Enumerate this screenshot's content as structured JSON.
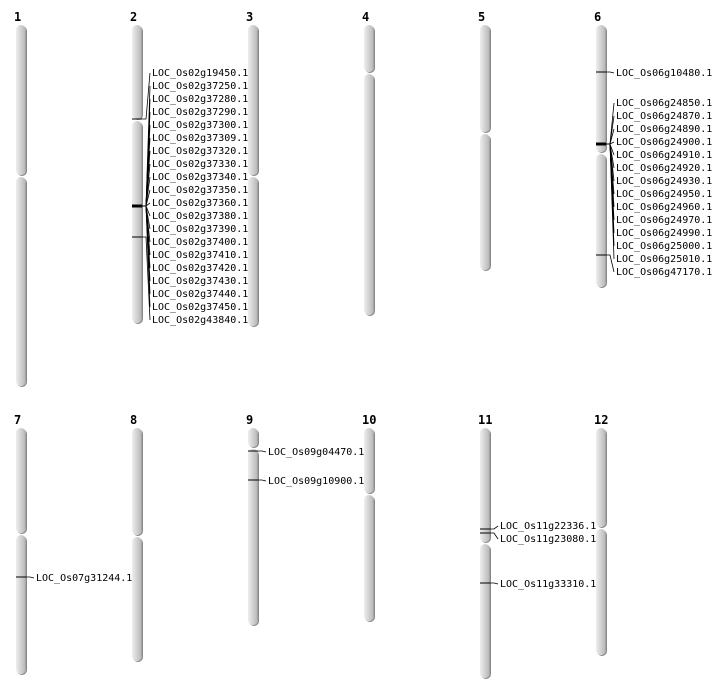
{
  "chromosomes": [
    {
      "name": "1",
      "genes": []
    },
    {
      "name": "2",
      "genes": [
        "LOC_Os02g19450.1",
        "LOC_Os02g37250.1",
        "LOC_Os02g37280.1",
        "LOC_Os02g37290.1",
        "LOC_Os02g37300.1",
        "LOC_Os02g37309.1",
        "LOC_Os02g37320.1",
        "LOC_Os02g37330.1",
        "LOC_Os02g37340.1",
        "LOC_Os02g37350.1",
        "LOC_Os02g37360.1",
        "LOC_Os02g37380.1",
        "LOC_Os02g37390.1",
        "LOC_Os02g37400.1",
        "LOC_Os02g37410.1",
        "LOC_Os02g37420.1",
        "LOC_Os02g37430.1",
        "LOC_Os02g37440.1",
        "LOC_Os02g37450.1",
        "LOC_Os02g43840.1"
      ]
    },
    {
      "name": "3",
      "genes": []
    },
    {
      "name": "4",
      "genes": []
    },
    {
      "name": "5",
      "genes": []
    },
    {
      "name": "6",
      "genes": [
        "LOC_Os06g10480.1",
        "LOC_Os06g24850.1",
        "LOC_Os06g24870.1",
        "LOC_Os06g24890.1",
        "LOC_Os06g24900.1",
        "LOC_Os06g24910.1",
        "LOC_Os06g24920.1",
        "LOC_Os06g24930.1",
        "LOC_Os06g24950.1",
        "LOC_Os06g24960.1",
        "LOC_Os06g24970.1",
        "LOC_Os06g24990.1",
        "LOC_Os06g25000.1",
        "LOC_Os06g25010.1",
        "LOC_Os06g47170.1"
      ]
    },
    {
      "name": "7",
      "genes": [
        "LOC_Os07g31244.1"
      ]
    },
    {
      "name": "8",
      "genes": []
    },
    {
      "name": "9",
      "genes": [
        "LOC_Os09g04470.1",
        "LOC_Os09g10900.1"
      ]
    },
    {
      "name": "10",
      "genes": []
    },
    {
      "name": "11",
      "genes": [
        "LOC_Os11g22336.1",
        "LOC_Os11g23080.1",
        "LOC_Os11g33310.1"
      ]
    },
    {
      "name": "12",
      "genes": []
    }
  ]
}
